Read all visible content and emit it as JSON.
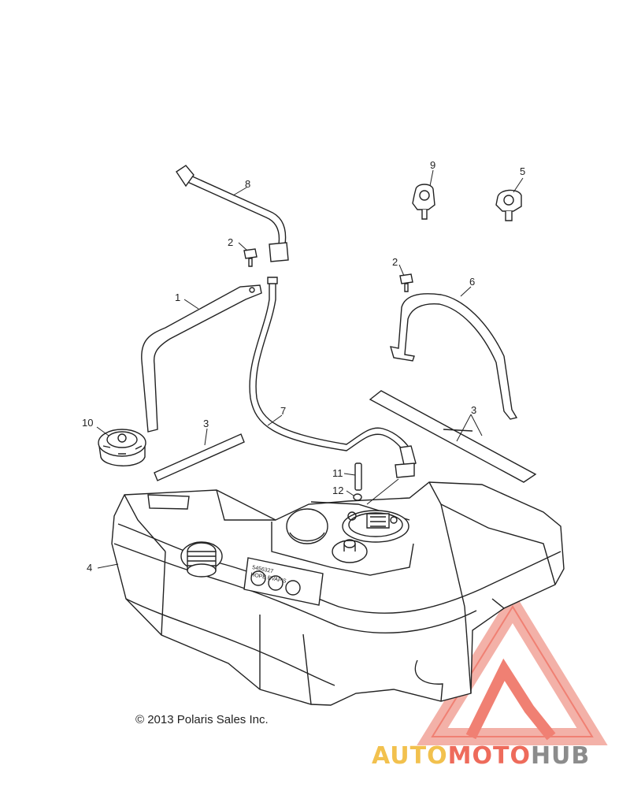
{
  "callouts": {
    "c1": "1",
    "c2a": "2",
    "c2b": "2",
    "c3a": "3",
    "c3b": "3",
    "c4": "4",
    "c5": "5",
    "c6": "6",
    "c7": "7",
    "c8": "8",
    "c9": "9",
    "c10": "10",
    "c11": "11",
    "c12": "12"
  },
  "tank_label": {
    "line1": "5456327",
    "line2": "HOPE EVAP'S"
  },
  "copyright": "© 2013 Polaris Sales Inc.",
  "watermark": {
    "part1": "AUTO",
    "part2": "MOTO",
    "part3": "HUB",
    "colors": {
      "gold": "#f2c14e",
      "red": "#ee6b5b",
      "gray": "#8c8c8c"
    },
    "logo": "triangle-a-logo"
  }
}
